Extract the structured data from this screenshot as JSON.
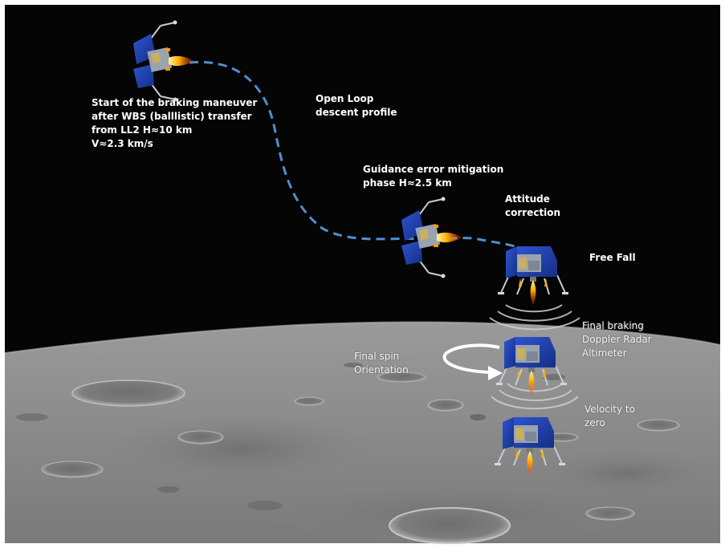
{
  "labels": {
    "start": {
      "line1": "Start of the braking maneuver",
      "line2": "after WBS (balllistic) transfer",
      "line3": "from LL2 H≈10 km",
      "line4": "V≈2.3 km/s"
    },
    "open_loop": {
      "line1": "Open Loop",
      "line2": "descent profile"
    },
    "guidance": {
      "line1": "Guidance error mitigation",
      "line2": "phase H≈2.5 km"
    },
    "attitude": {
      "line1": "Attitude",
      "line2": "correction"
    },
    "free_fall": "Free Fall",
    "final_braking": {
      "line1": "Final braking",
      "line2": "Doppler Radar",
      "line3": "Altimeter"
    },
    "final_spin": {
      "line1": "Final spin",
      "line2": "Orientation"
    },
    "velocity": {
      "line1": "Velocity to",
      "line2": "zero"
    }
  },
  "colors": {
    "space": "#050505",
    "trajectory": "#4f8fd0",
    "lander_body": "#1e3fa8",
    "lander_frame": "#b9bcc2",
    "thruster_flame": "#ff6a00",
    "moon_surface": "#8c8c8c"
  }
}
